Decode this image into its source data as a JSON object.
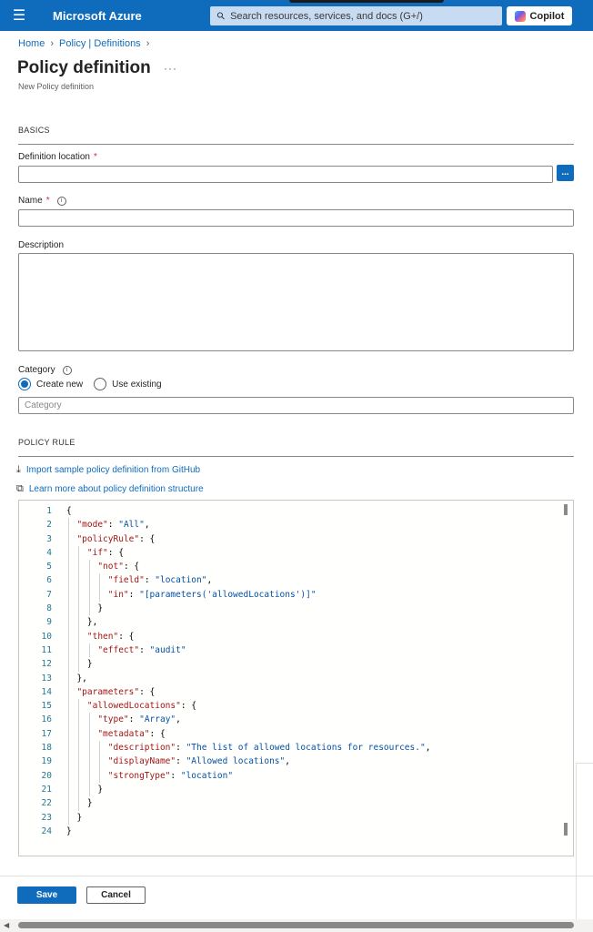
{
  "topbar": {
    "brand": "Microsoft Azure",
    "search_placeholder": "Search resources, services, and docs (G+/)",
    "copilot_label": "Copilot",
    "menu_icon": "hamburger-icon"
  },
  "breadcrumb": {
    "items": [
      "Home",
      "Policy | Definitions"
    ]
  },
  "page": {
    "title": "Policy definition",
    "subtitle": "New Policy definition",
    "more": "···"
  },
  "basics": {
    "section_label": "BASICS",
    "definition_location_label": "Definition location",
    "definition_location_value": "",
    "browse_label": "...",
    "name_label": "Name",
    "name_value": "",
    "description_label": "Description",
    "description_value": "",
    "category_label": "Category",
    "category_options": [
      "Create new",
      "Use existing"
    ],
    "category_selected": "Create new",
    "category_placeholder": "Category",
    "required_mark": "*"
  },
  "policy_rule": {
    "section_label": "POLICY RULE",
    "import_link": "Import sample policy definition from GitHub",
    "learn_link": "Learn more about policy definition structure",
    "code_lines": [
      "{",
      "  \"mode\": \"All\",",
      "  \"policyRule\": {",
      "    \"if\": {",
      "      \"not\": {",
      "        \"field\": \"location\",",
      "        \"in\": \"[parameters('allowedLocations')]\"",
      "      }",
      "    },",
      "    \"then\": {",
      "      \"effect\": \"audit\"",
      "    }",
      "  },",
      "  \"parameters\": {",
      "    \"allowedLocations\": {",
      "      \"type\": \"Array\",",
      "      \"metadata\": {",
      "        \"description\": \"The list of allowed locations for resources.\",",
      "        \"displayName\": \"Allowed locations\",",
      "        \"strongType\": \"location\"",
      "      }",
      "    }",
      "  }",
      "}"
    ]
  },
  "footer": {
    "save_label": "Save",
    "cancel_label": "Cancel"
  },
  "colors": {
    "accent": "#0f6cbd",
    "json_key": "#a31515",
    "json_string": "#0451a5",
    "line_number": "#237893"
  }
}
